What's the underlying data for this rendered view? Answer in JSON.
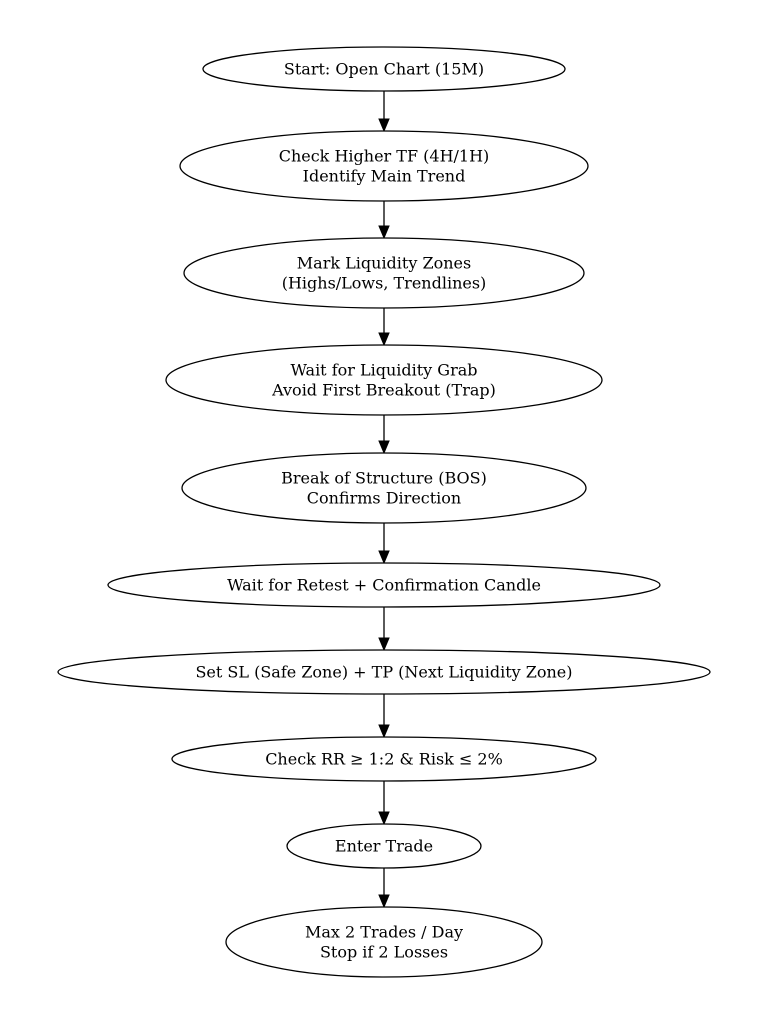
{
  "diagram": {
    "type": "flowchart",
    "direction": "top-to-bottom",
    "colors": {
      "stroke": "#000000",
      "fill": "#ffffff",
      "text": "#000000"
    },
    "nodes": [
      {
        "id": "start",
        "shape": "ellipse",
        "lines": [
          "Start: Open Chart (15M)"
        ]
      },
      {
        "id": "higher_tf",
        "shape": "ellipse",
        "lines": [
          "Check Higher TF (4H/1H)",
          "Identify Main Trend"
        ]
      },
      {
        "id": "liquidity_zones",
        "shape": "ellipse",
        "lines": [
          "Mark Liquidity Zones",
          "(Highs/Lows, Trendlines)"
        ]
      },
      {
        "id": "liquidity_grab",
        "shape": "ellipse",
        "lines": [
          "Wait for Liquidity Grab",
          "Avoid First Breakout (Trap)"
        ]
      },
      {
        "id": "bos",
        "shape": "ellipse",
        "lines": [
          "Break of Structure (BOS)",
          "Confirms Direction"
        ]
      },
      {
        "id": "retest",
        "shape": "ellipse",
        "lines": [
          "Wait for Retest + Confirmation Candle"
        ]
      },
      {
        "id": "sl_tp",
        "shape": "ellipse",
        "lines": [
          "Set SL (Safe Zone) + TP (Next Liquidity Zone)"
        ]
      },
      {
        "id": "rr_check",
        "shape": "ellipse",
        "lines": [
          "Check RR ≥ 1:2 & Risk ≤ 2%"
        ]
      },
      {
        "id": "enter",
        "shape": "ellipse",
        "lines": [
          "Enter Trade"
        ]
      },
      {
        "id": "limits",
        "shape": "ellipse",
        "lines": [
          "Max 2 Trades / Day",
          "Stop if 2 Losses"
        ]
      }
    ],
    "edges": [
      {
        "from": "start",
        "to": "higher_tf"
      },
      {
        "from": "higher_tf",
        "to": "liquidity_zones"
      },
      {
        "from": "liquidity_zones",
        "to": "liquidity_grab"
      },
      {
        "from": "liquidity_grab",
        "to": "bos"
      },
      {
        "from": "bos",
        "to": "retest"
      },
      {
        "from": "retest",
        "to": "sl_tp"
      },
      {
        "from": "sl_tp",
        "to": "rr_check"
      },
      {
        "from": "rr_check",
        "to": "enter"
      },
      {
        "from": "enter",
        "to": "limits"
      }
    ]
  }
}
